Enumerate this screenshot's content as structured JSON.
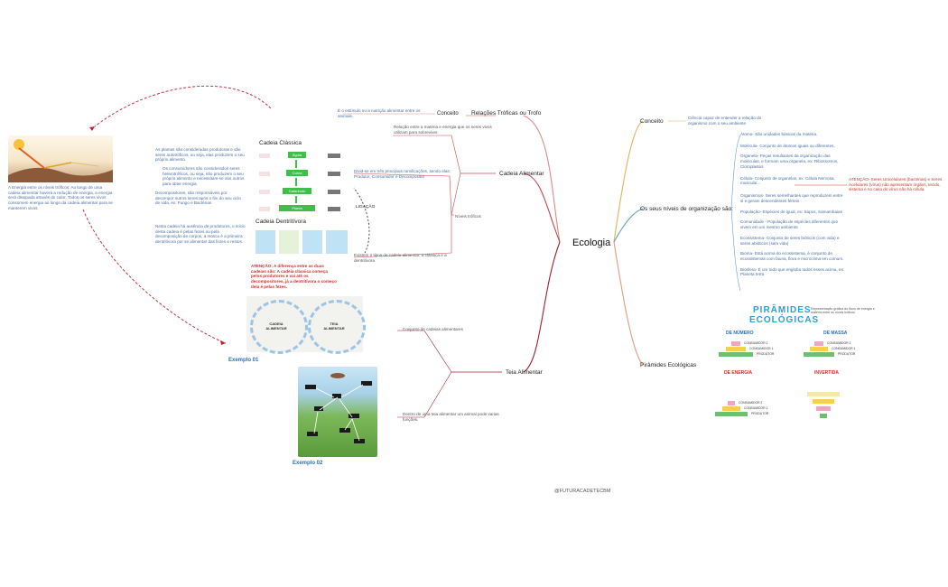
{
  "central": "Ecologia",
  "watermark": "@FUTURACADETECBM",
  "branches": {
    "relacoes": {
      "title": "Relações Tróficas ou Trofo",
      "conceito_label": "Conceito",
      "conceito_text": "É o estímulo ou a nutrição alimentar entre os animais."
    },
    "cadeia": {
      "title": "Cadeia Alimentar",
      "def": "Relação entre a matéria e energia que os seres vivos utilizam para sobreviver.",
      "niveis_label": "Níveis tróficos",
      "divide": "Divid-se em três principais ramificações, sendo elas: Produtor, Consumidor e Decompositor",
      "tipos": "Existem 2 tipos de cadeia alimentar, a clássica e a dentritívora"
    },
    "teia": {
      "title": "Teia Alimentar",
      "conjunto": "Conjunto de cadeias alimentares",
      "dentro": "Dentro de uma teia alimentar um animal pode varias funções."
    },
    "conceito": {
      "title": "Conceito",
      "text": "Ciência capaz de entender a relação do organismo com o seu ambiente"
    },
    "niveis": {
      "title": "Os seus níveis de organização são:",
      "items": [
        "Átomo- São unidades básicas da matéria.",
        "Molécula- Conjunto de átomos iguais ou diferentes.",
        "Organela- Peças resultantes da organização das moléculas, e formam uma organela, ex: Ribossomos, Cloroplastos",
        "Célula- Conjunto de organelas, ex: Célula Nervosa, muscular...",
        "Organismos- Seres semelhantes que reproduzem entre si e geram descendentes férteis",
        "População- Espécies de igual, ex: Sapos, Samambaias",
        "Comunidade - População de espécies diferentes que vivem em um mesmo ambiente",
        "Ecossistema- Conjunto de seres bióticos (com vida) e seres abióticos (sem vida)",
        "Bioma- Está acima do ecossistema, é conjunto de ecossistemas com fauna, flora e microclima em comum.",
        "Biosfera- É um todo que engloba todos esses acima, ex: Planeta terra"
      ],
      "atencao": "ATENÇÃO- Seres Unicelulares (bactérias) e Seres Acelulares (vírus) não apresentam órgãos, tecido, sistema e no caso do vírus não há célula."
    },
    "piramides": {
      "title": "Pirâmides Ecológicas",
      "heading1": "PIRÂMIDES",
      "heading2": "ECOLÓGICAS",
      "subtitle": "Representação gráfica do fluxo de energia e matéria entre os níveis tróficos",
      "numero": "DE NÚMERO",
      "massa": "DE MASSA",
      "energia": "DE ENERGIA",
      "invertida": "INVERTIDA",
      "tags": [
        "CONSUMIDOR 2",
        "CONSUMIDOR 1",
        "PRODUTOR"
      ]
    }
  },
  "left": {
    "cadeia_classica": "Cadeia Clássica",
    "cadeia_detritivora": "Cadeia Dentritívora",
    "ligacao": "LIGAÇÃO",
    "plantas": "As plantas são consideradas produtoras e são seres autotróficos, ou seja, elas produzem o seu próprio alimento.",
    "consumidores": "Os consumidores são considerados seres heterotróficos, ou seja, não produzem o seu próprio alimento e necessitam-se dos outros para obter energia.",
    "decompositores": "Decompositores, são responsáveis por decompor outros seres após o fim do seu ciclo de vida, ex: Fungo e Bactérias",
    "detritivora_text": "Nesta cadeia há ausência de produtores, o início desta cadeia é pelas fezes ou pela decomposição de corpos, a mosca é a primeira dentritívora por se alimentar das fezes e restos.",
    "atencao": "ATENÇÃO: A diferença entre as duas cadeias são: A cadeia clássica começa pelos produtores e vai até os decompositores, já a dentritívora o começo dela é pelas fezes.",
    "energia_text": "A Energia entre os níveis tróficos: Ao longo de uma cadeia alimentar haverá a redução de energia, a energia será dissipada através do calor. Todos os seres vivos consomem energia ao longo da cadeia alimentar para se manterem vivos.",
    "chain_boxes": [
      "Águia",
      "Cobra",
      "Gafanhoto",
      "Planta"
    ],
    "exemplo1": "Exemplo 01",
    "exemplo2": "Exemplo 02",
    "cadeia_alimentar_card": "CADEIA ALIMENTAR",
    "teia_alimentar_card": "TEIA ALIMENTAR"
  }
}
